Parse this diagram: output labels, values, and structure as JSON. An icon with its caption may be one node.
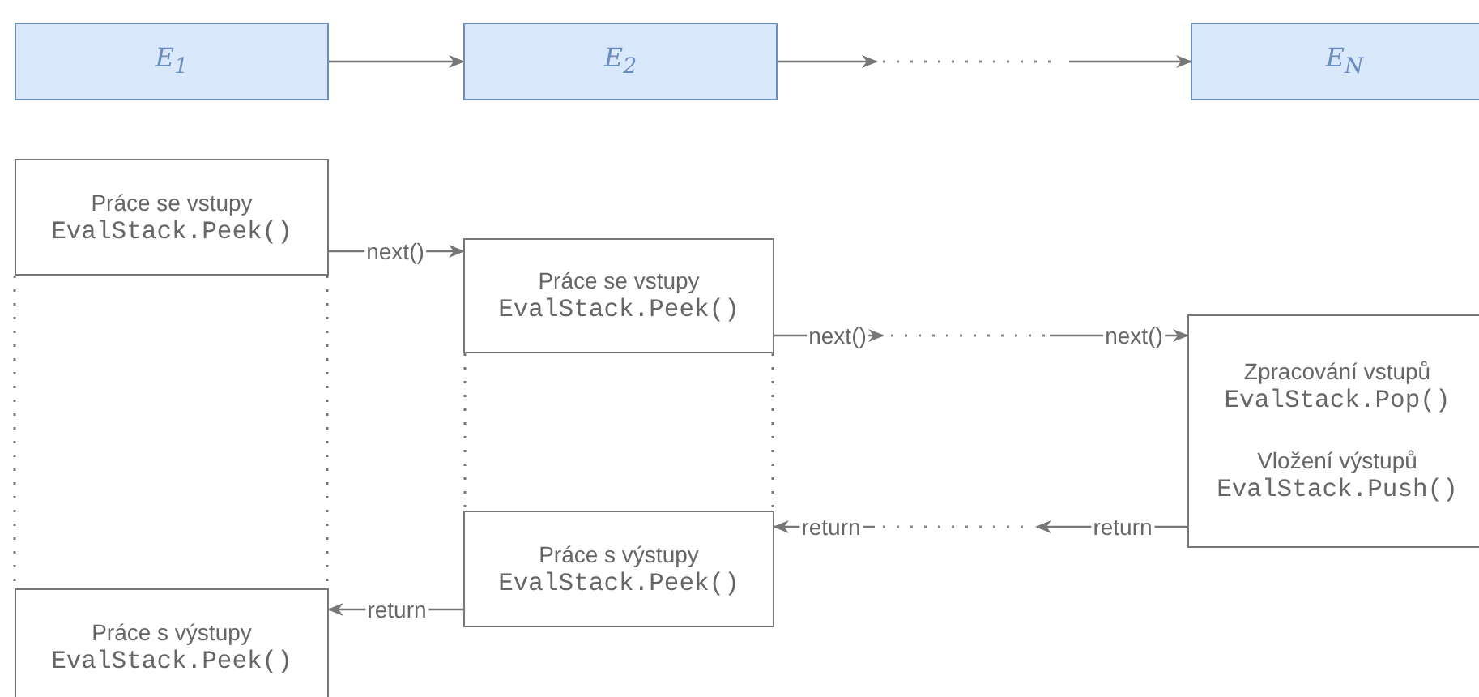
{
  "diagram": {
    "nodes": [
      {
        "text": [
          "E$_{1}$"
        ]
      },
      {
        "text": [
          "E$_{2}$"
        ]
      },
      {
        "text": [
          "E$_{N}$"
        ]
      },
      {
        "text": [
          "Práce se vstupy",
          "EvalStack.Peek()"
        ]
      },
      {
        "text": [
          "Práce se vstupy",
          "EvalStack.Peek()"
        ]
      },
      {
        "text": [
          "Zpracování vstupů",
          "EvalStack.Pop()",
          "Vložení výstupů",
          "EvalStack.Push()"
        ]
      },
      {
        "text": [
          "Práce s výstupy",
          "EvalStack.Peek()"
        ]
      },
      {
        "text": [
          "Práce s výstupy",
          "EvalStack.Peek()"
        ]
      }
    ],
    "edges": [
      {
        "from": 0,
        "to": 1,
        "arrow": "to"
      },
      {
        "from": 1,
        "to": null,
        "arrow": "to"
      },
      {
        "from": null,
        "to": 2,
        "arrow": "to"
      },
      {
        "from": 3,
        "to": 4,
        "arrow": "to",
        "label": "next()"
      },
      {
        "from": 4,
        "to": null,
        "arrow": "to",
        "label": "next()"
      },
      {
        "from": null,
        "to": 5,
        "arrow": "to",
        "label": "next()"
      },
      {
        "from": 5,
        "to": null,
        "arrow": "to",
        "label": "return"
      },
      {
        "from": null,
        "to": 6,
        "arrow": "to",
        "label": "return"
      },
      {
        "from": 6,
        "to": 7,
        "arrow": "to",
        "label": "return"
      },
      {
        "from": 3,
        "to": 7,
        "arrow": "none",
        "style": "dashed"
      },
      {
        "from": 3,
        "to": 7,
        "arrow": "none",
        "style": "dashed"
      },
      {
        "from": 4,
        "to": 6,
        "arrow": "none",
        "style": "dashed"
      },
      {
        "from": 4,
        "to": 6,
        "arrow": "none",
        "style": "dashed"
      }
    ]
  }
}
